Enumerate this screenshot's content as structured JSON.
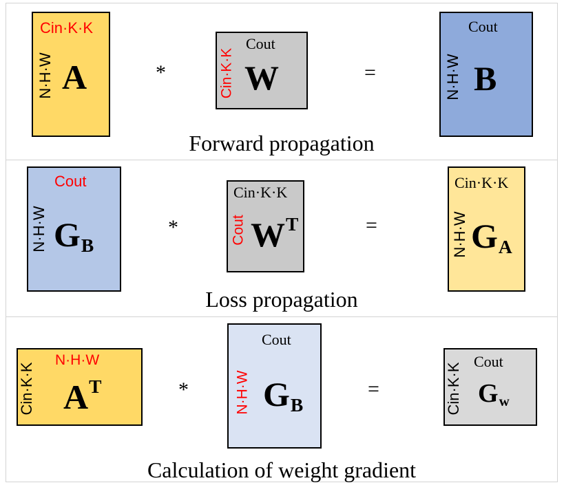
{
  "colors": {
    "orange": "#ffd966",
    "blue": "#8eaadb",
    "light_blue": "#b4c7e7",
    "pale_yellow": "#ffe699",
    "gray": "#c9c9c9",
    "pale_blue": "#dae3f3",
    "light_gray": "#d9d9d9",
    "red_label": "#ff0000"
  },
  "forward": {
    "title": "Forward propagation",
    "a": {
      "top": "Cin·K·K",
      "side": "N·H·W",
      "letter": "A"
    },
    "op1": "*",
    "w": {
      "top": "Cout",
      "side": "Cin·K·K",
      "letter": "W"
    },
    "op2": "=",
    "b": {
      "top": "Cout",
      "side": "N·H·W",
      "letter": "B"
    }
  },
  "loss": {
    "title": "Loss propagation",
    "gb": {
      "top": "Cout",
      "side": "N·H·W",
      "letter": "G",
      "sub": "B"
    },
    "op1": "*",
    "wt": {
      "top": "Cin·K·K",
      "side": "Cout",
      "letter": "W",
      "sup": "T"
    },
    "op2": "=",
    "ga": {
      "top": "Cin·K·K",
      "side": "N·H·W",
      "letter": "G",
      "sub": "A"
    }
  },
  "weight": {
    "title": "Calculation of weight gradient",
    "at": {
      "top": "N·H·W",
      "side": "Cin·K·K",
      "letter": "A",
      "sup": "T"
    },
    "op1": "*",
    "gb": {
      "top": "Cout",
      "side": "N·H·W",
      "letter": "G",
      "sub": "B"
    },
    "op2": "=",
    "gw": {
      "top": "Cout",
      "side": "Cin·K·K",
      "letter": "G",
      "sub": "w"
    }
  }
}
